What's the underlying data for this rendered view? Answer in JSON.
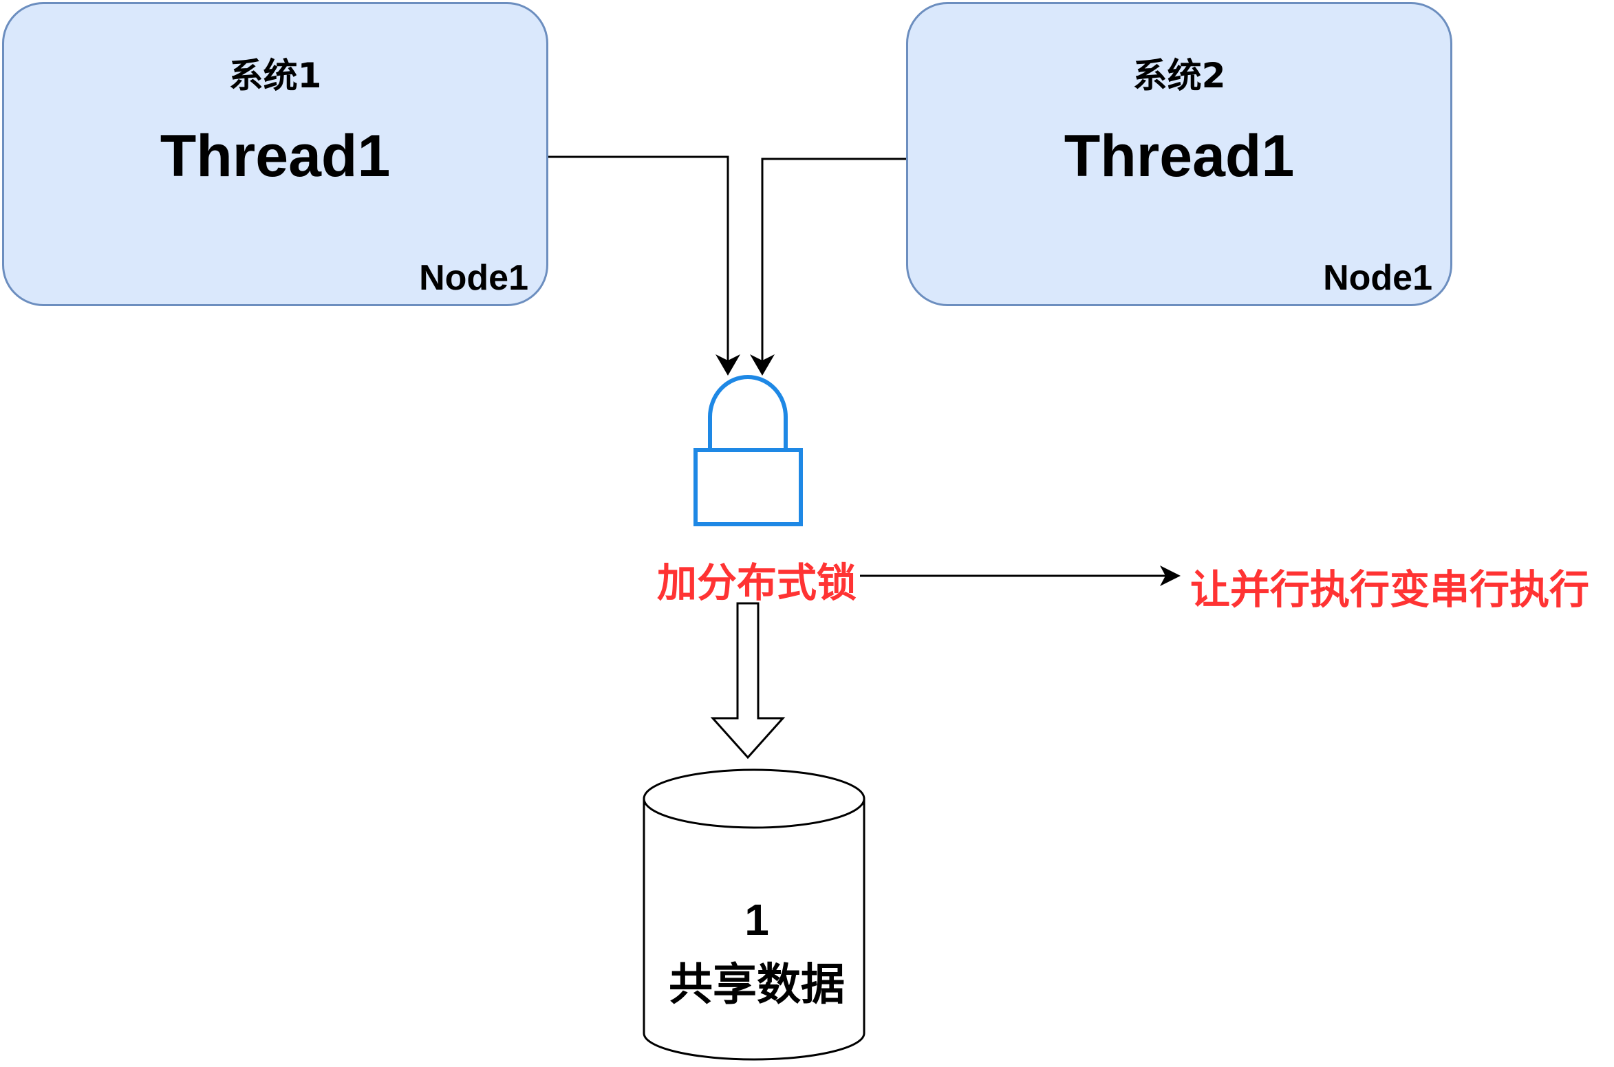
{
  "nodes": [
    {
      "system": "系统1",
      "thread": "Thread1",
      "node": "Node1"
    },
    {
      "system": "系统2",
      "thread": "Thread1",
      "node": "Node1"
    }
  ],
  "lock": {
    "label": "加分布式锁"
  },
  "result": {
    "label": "让并行执行变串行执行"
  },
  "database": {
    "number": "1",
    "label": "共享数据"
  },
  "colors": {
    "node_fill": "#dae8fc",
    "node_border": "#6c8ebf",
    "lock_stroke": "#1e88e5",
    "highlight_text": "#ff3333"
  }
}
